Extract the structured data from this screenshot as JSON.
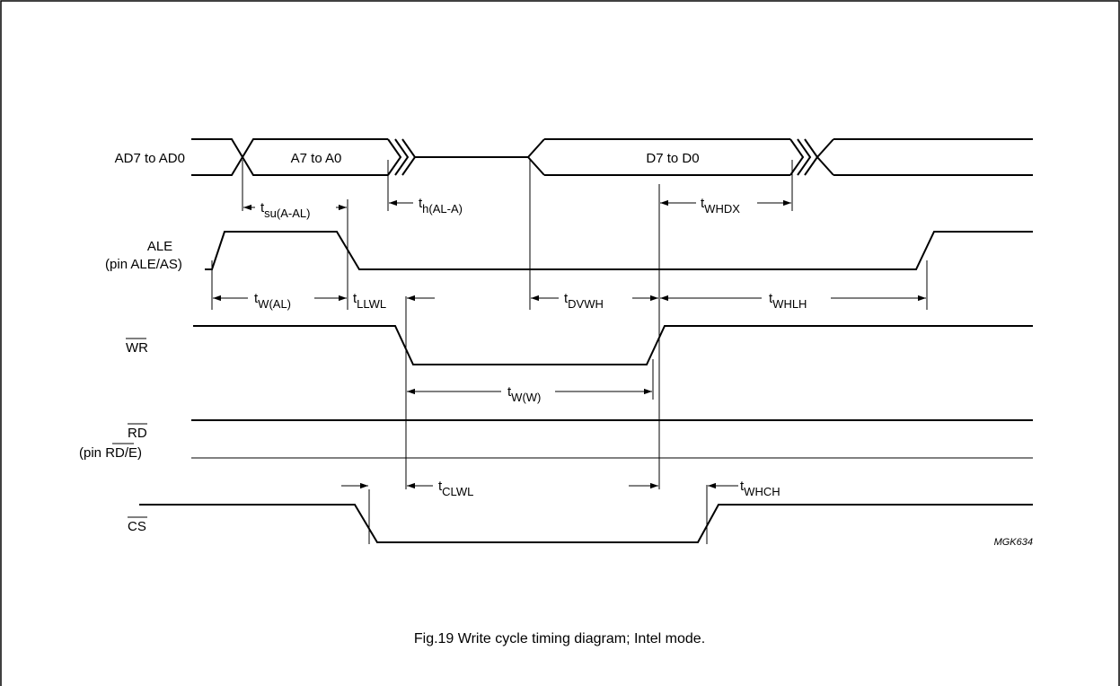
{
  "signals": {
    "ad": "AD7 to AD0",
    "ale_line1": "ALE",
    "ale_line2": "(pin ALE/AS)",
    "wr": "WR",
    "rd_line1": "RD",
    "rd_line2_pre": "(pin ",
    "rd_line2_over": "RD",
    "rd_line2_post": "/E)",
    "cs": "CS"
  },
  "bus_labels": {
    "address": "A7 to A0",
    "data": "D7 to D0"
  },
  "params": {
    "tsu": {
      "main": "t",
      "sub": "su(A-AL)"
    },
    "th": {
      "main": "t",
      "sub": "h(AL-A)"
    },
    "twhdx": {
      "main": "t",
      "sub": "WHDX"
    },
    "twal": {
      "main": "t",
      "sub": "W(AL)"
    },
    "tllwl": {
      "main": "t",
      "sub": "LLWL"
    },
    "tdvwh": {
      "main": "t",
      "sub": "DVWH"
    },
    "twhlh": {
      "main": "t",
      "sub": "WHLH"
    },
    "tww": {
      "main": "t",
      "sub": "W(W)"
    },
    "tclwl": {
      "main": "t",
      "sub": "CLWL"
    },
    "twhch": {
      "main": "t",
      "sub": "WHCH"
    }
  },
  "figure_code": "MGK634",
  "caption": "Fig.19  Write cycle timing diagram; Intel mode."
}
